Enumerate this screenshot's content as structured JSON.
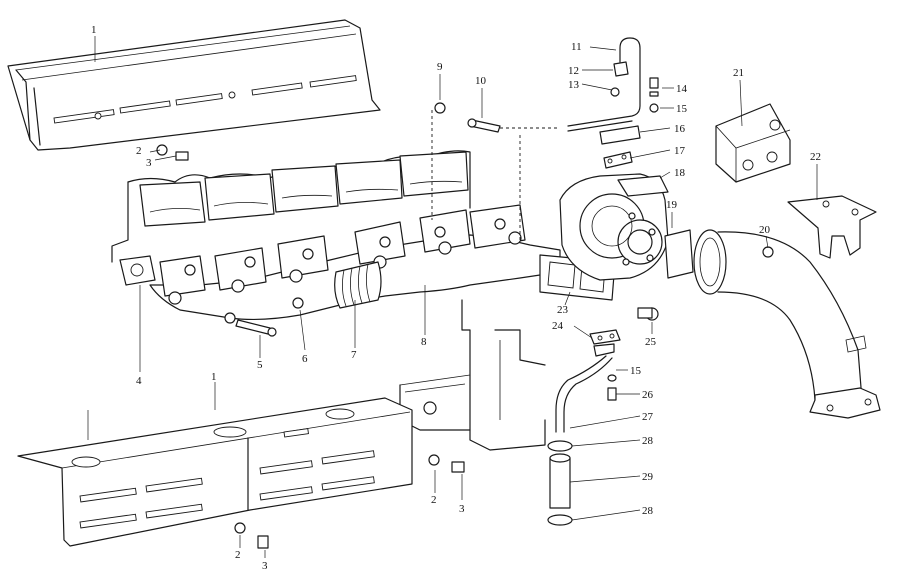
{
  "diagram": {
    "callouts": [
      {
        "id": "c1a",
        "label": "1"
      },
      {
        "id": "c1b",
        "label": "1"
      },
      {
        "id": "c2a",
        "label": "2"
      },
      {
        "id": "c3a",
        "label": "3"
      },
      {
        "id": "c2b",
        "label": "2"
      },
      {
        "id": "c3b",
        "label": "3"
      },
      {
        "id": "c2c",
        "label": "2"
      },
      {
        "id": "c3c",
        "label": "3"
      },
      {
        "id": "c4",
        "label": "4"
      },
      {
        "id": "c5",
        "label": "5"
      },
      {
        "id": "c6",
        "label": "6"
      },
      {
        "id": "c7",
        "label": "7"
      },
      {
        "id": "c8",
        "label": "8"
      },
      {
        "id": "c9",
        "label": "9"
      },
      {
        "id": "c10",
        "label": "10"
      },
      {
        "id": "c11",
        "label": "11"
      },
      {
        "id": "c12",
        "label": "12"
      },
      {
        "id": "c13",
        "label": "13"
      },
      {
        "id": "c14",
        "label": "14"
      },
      {
        "id": "c15a",
        "label": "15"
      },
      {
        "id": "c15b",
        "label": "15"
      },
      {
        "id": "c16",
        "label": "16"
      },
      {
        "id": "c17",
        "label": "17"
      },
      {
        "id": "c18",
        "label": "18"
      },
      {
        "id": "c19",
        "label": "19"
      },
      {
        "id": "c20",
        "label": "20"
      },
      {
        "id": "c21",
        "label": "21"
      },
      {
        "id": "c22",
        "label": "22"
      },
      {
        "id": "c23",
        "label": "23"
      },
      {
        "id": "c24",
        "label": "24"
      },
      {
        "id": "c25",
        "label": "25"
      },
      {
        "id": "c26",
        "label": "26"
      },
      {
        "id": "c27",
        "label": "27"
      },
      {
        "id": "c28a",
        "label": "28"
      },
      {
        "id": "c29",
        "label": "29"
      },
      {
        "id": "c28b",
        "label": "28"
      }
    ]
  }
}
